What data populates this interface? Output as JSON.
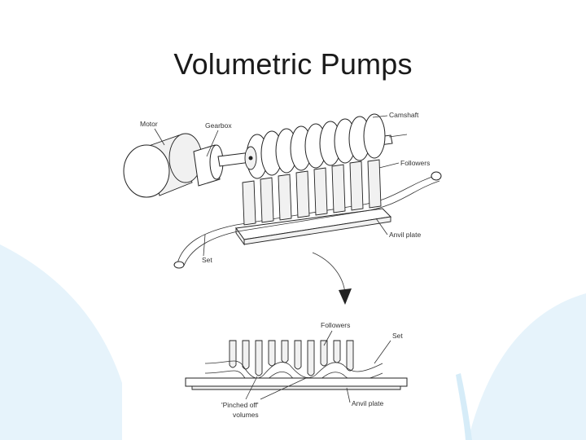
{
  "slide": {
    "title": "Volumetric Pumps",
    "accent_color": "#e6f3fb"
  },
  "diagram": {
    "top_labels": {
      "motor": "Motor",
      "gearbox": "Gearbox",
      "camshaft": "Camshaft",
      "followers": "Followers",
      "anvil_plate": "Anvil plate",
      "set": "Set"
    },
    "bottom_labels": {
      "followers": "Followers",
      "set": "Set",
      "pinched_off_line1": "'Pinched off'",
      "pinched_off_line2": "volumes",
      "anvil_plate": "Anvil plate"
    }
  }
}
